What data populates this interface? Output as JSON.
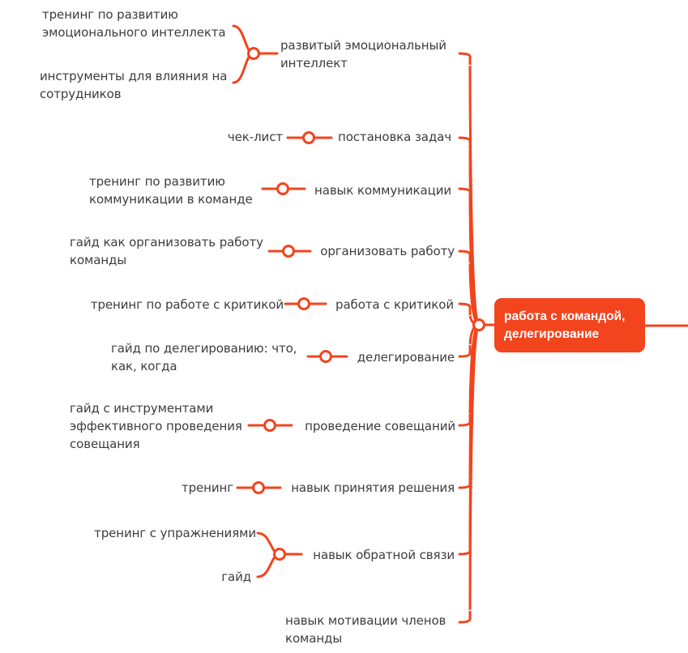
{
  "center": {
    "label": "работа с командой,\nделегирование"
  },
  "branches": [
    {
      "label": "развитый эмоциональный\nинтеллект",
      "children": [
        "тренинг по развитию\nэмоционального интеллекта",
        "инструменты для влияния на\nсотрудников"
      ]
    },
    {
      "label": "постановка задач",
      "children": [
        "чек-лист"
      ]
    },
    {
      "label": "навык коммуникации",
      "children": [
        "тренинг по развитию\nкоммуникации в команде"
      ]
    },
    {
      "label": "организовать работу",
      "children": [
        "гайд как организовать работу\nкоманды"
      ]
    },
    {
      "label": "работа с критикой",
      "children": [
        "тренинг по работе с критикой"
      ]
    },
    {
      "label": "делегирование",
      "children": [
        "гайд по делегированию: что,\nкак, когда"
      ]
    },
    {
      "label": "проведение совещаний",
      "children": [
        "гайд с инструментами\nэффективного проведения\nсовещания"
      ]
    },
    {
      "label": "навык принятия решения",
      "children": [
        "тренинг"
      ]
    },
    {
      "label": "навык обратной связи",
      "children": [
        "тренинг с упражнениями",
        "гайд"
      ]
    },
    {
      "label": "навык мотивации членов\nкоманды",
      "children": []
    }
  ],
  "colors": {
    "accent": "#f2441d",
    "text": "#3d3d3d"
  }
}
